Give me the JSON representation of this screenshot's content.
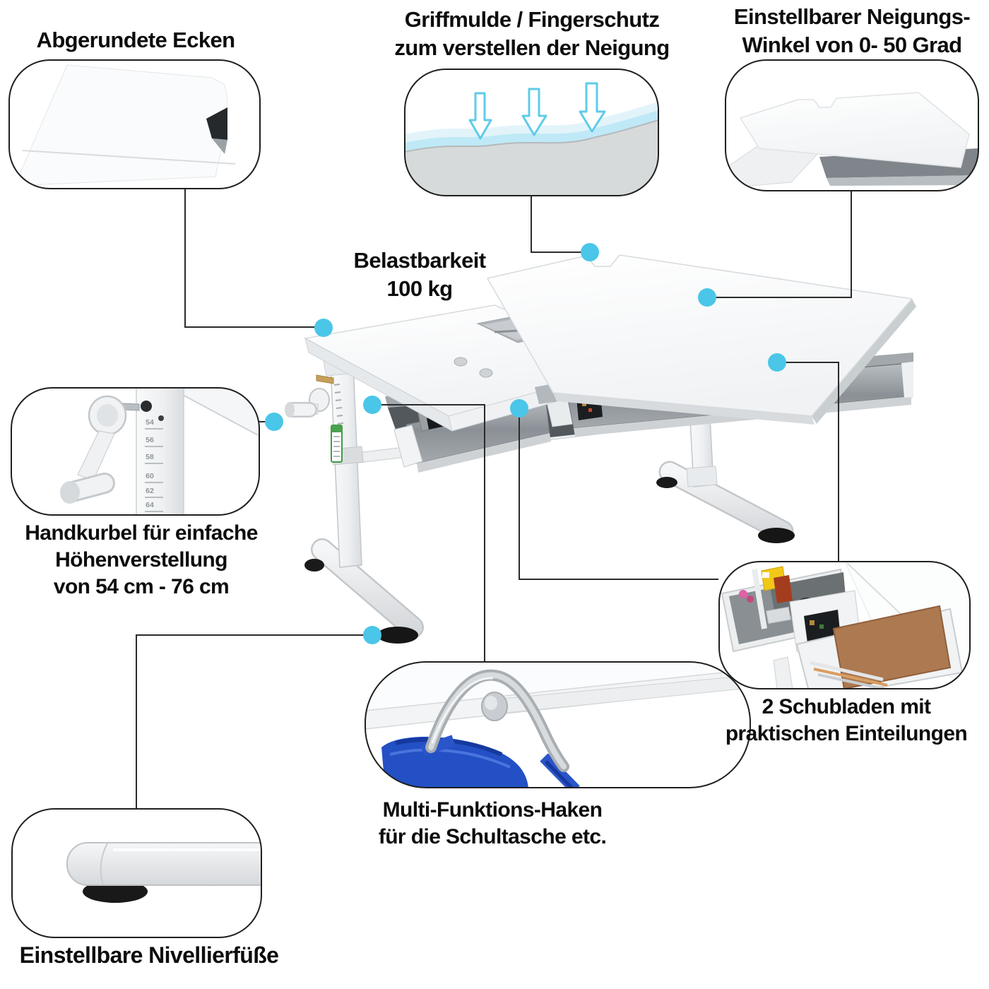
{
  "page": {
    "accent_color": "#4AC6E8",
    "connector_color": "#2b2b2b",
    "background": "#ffffff"
  },
  "callouts": {
    "rounded_corners": {
      "title": "Abgerundete Ecken",
      "icon": "desk-corner-detail"
    },
    "grip": {
      "title_lines": [
        "Griffmulde / Fingerschutz",
        "zum verstellen der Neigung"
      ],
      "icon": "grip-groove-with-arrows"
    },
    "tilt_angle": {
      "title_lines": [
        "Einstellbarer Neigungs-",
        "Winkel von 0- 50 Grad"
      ],
      "icon": "tilted-desktop-detail"
    },
    "load_capacity": {
      "title_lines": [
        "Belastbarkeit",
        "100 kg"
      ]
    },
    "crank": {
      "title_lines": [
        "Handkurbel für  einfache",
        "Höhenverstellung",
        "von 54 cm - 76 cm"
      ],
      "scale_numbers": [
        "54",
        "56",
        "58",
        "60",
        "62",
        "64"
      ],
      "icon": "hand-crank-with-height-scale"
    },
    "drawers": {
      "title_lines": [
        "2 Schubladen mit",
        "praktischen Einteilungen"
      ],
      "icon": "open-drawers-with-compartments"
    },
    "hook": {
      "title_lines": [
        "Multi-Funktions-Haken",
        "für die Schultasche etc."
      ],
      "icon": "bag-hook-detail"
    },
    "leveling_feet": {
      "title": "Einstellbare Nivellierfüße",
      "icon": "leveling-foot-detail"
    }
  }
}
